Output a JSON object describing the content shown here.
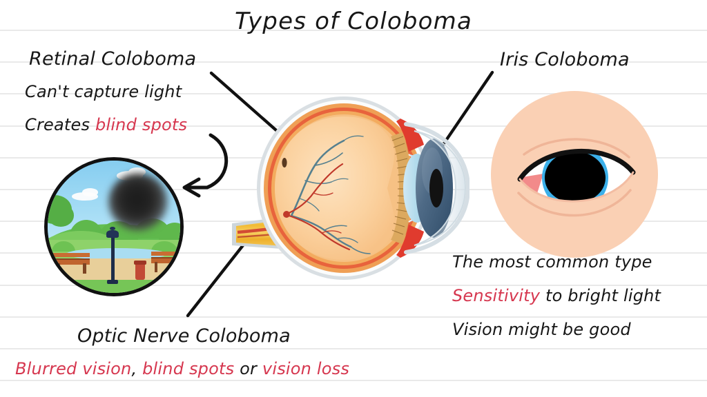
{
  "page": {
    "title": "Types of Coloboma",
    "background_color": "#ffffff",
    "rule_line_color": "#e9e9e9",
    "text_color": "#171717",
    "accent_red": "#d6374f"
  },
  "sections": {
    "retinal": {
      "label": "Retinal Coloboma",
      "bullets": [
        {
          "text": "Can't capture light",
          "parts": [
            {
              "t": "Can't capture light",
              "c": "black"
            }
          ]
        },
        {
          "text": "Creates blind spots",
          "parts": [
            {
              "t": "Creates ",
              "c": "black"
            },
            {
              "t": "blind spots",
              "c": "red"
            }
          ]
        }
      ]
    },
    "iris": {
      "label": "Iris Coloboma",
      "bullets": [
        {
          "text": "The most common type",
          "parts": [
            {
              "t": "The most common type",
              "c": "black"
            }
          ]
        },
        {
          "text": "Sensitivity to bright light",
          "parts": [
            {
              "t": "Sensitivity",
              "c": "red"
            },
            {
              "t": " to bright light",
              "c": "black"
            }
          ]
        },
        {
          "text": "Vision might be good",
          "parts": [
            {
              "t": "Vision might be good",
              "c": "black"
            }
          ]
        }
      ]
    },
    "optic_nerve": {
      "label": "Optic Nerve Coloboma",
      "bullets": [
        {
          "text": "Blurred vision, blind spots or vision loss",
          "parts": [
            {
              "t": "Blurred vision",
              "c": "red"
            },
            {
              "t": ", ",
              "c": "black"
            },
            {
              "t": "blind spots",
              "c": "red"
            },
            {
              "t": " or ",
              "c": "black"
            },
            {
              "t": "vision loss",
              "c": "red"
            }
          ]
        }
      ]
    }
  },
  "illustrations": {
    "eye_cross_section": {
      "name": "eye-cross-section-diagram",
      "parts": [
        "sclera",
        "choroid",
        "retina",
        "vitreous-body",
        "lens",
        "iris",
        "pupil",
        "cornea",
        "ciliary-body",
        "optic-nerve",
        "retinal-blood-vessels"
      ],
      "colors": {
        "sclera": "#d8dde1",
        "choroid": "#e8563a",
        "retina": "#f0a24a",
        "vitreous": "#fbd3a4",
        "lens": "#bfe0ee",
        "iris": "#4e6a86",
        "pupil": "#141414",
        "ciliary": "#d9a25c",
        "optic_nerve": "#f0c23f",
        "vessel_red": "#c0392b",
        "vessel_blue": "#4a7f94"
      }
    },
    "blind_spot_scene": {
      "name": "park-scene-with-blind-spot",
      "elements": [
        "sky",
        "clouds",
        "trees",
        "hills",
        "pond",
        "lamp-post",
        "benches",
        "trash-bin",
        "path",
        "blind-spot-blob"
      ],
      "blob_label": "blind spot"
    },
    "iris_coloboma_eye": {
      "name": "iris-coloboma-eye-illustration",
      "elements": [
        "skin",
        "eyelid",
        "sclera",
        "iris",
        "keyhole-pupil",
        "tear-duct"
      ],
      "colors": {
        "skin": "#fad0b4",
        "sclera": "#ffffff",
        "iris": "#3bb0ea",
        "pupil": "#000000",
        "tear_duct": "#f08e8e"
      }
    }
  },
  "connectors": [
    {
      "name": "retinal-pointer-line",
      "from": "Retinal Coloboma label",
      "to": "retina layer"
    },
    {
      "name": "iris-pointer-line",
      "from": "Iris Coloboma label",
      "to": "iris of cross-section"
    },
    {
      "name": "optic-nerve-pointer-line",
      "from": "Optic Nerve Coloboma label",
      "to": "optic nerve"
    },
    {
      "name": "blind-spot-curved-arrow",
      "from": "blind spots text",
      "to": "park scene circle"
    }
  ]
}
